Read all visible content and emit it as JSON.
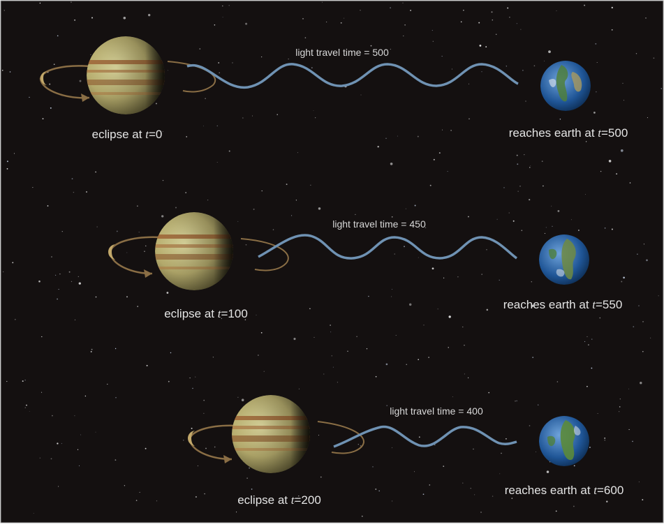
{
  "colors": {
    "space_background": "#141010",
    "light_wave": "#6f92b3",
    "moon_orbit": "#8a6e45",
    "label_text": "#e4e4e4"
  },
  "rows": [
    {
      "travel_label": "light travel time = 500",
      "eclipse_prefix": "eclipse at ",
      "eclipse_var": "t",
      "eclipse_suffix": "=0",
      "arrival_prefix": "reaches earth at ",
      "arrival_var": "t",
      "arrival_suffix": "=500"
    },
    {
      "travel_label": "light travel time = 450",
      "eclipse_prefix": "eclipse at ",
      "eclipse_var": "t",
      "eclipse_suffix": "=100",
      "arrival_prefix": "reaches earth at ",
      "arrival_var": "t",
      "arrival_suffix": "=550"
    },
    {
      "travel_label": "light travel time = 400",
      "eclipse_prefix": "eclipse at ",
      "eclipse_var": "t",
      "eclipse_suffix": "=200",
      "arrival_prefix": "reaches earth at ",
      "arrival_var": "t",
      "arrival_suffix": "=600"
    }
  ]
}
